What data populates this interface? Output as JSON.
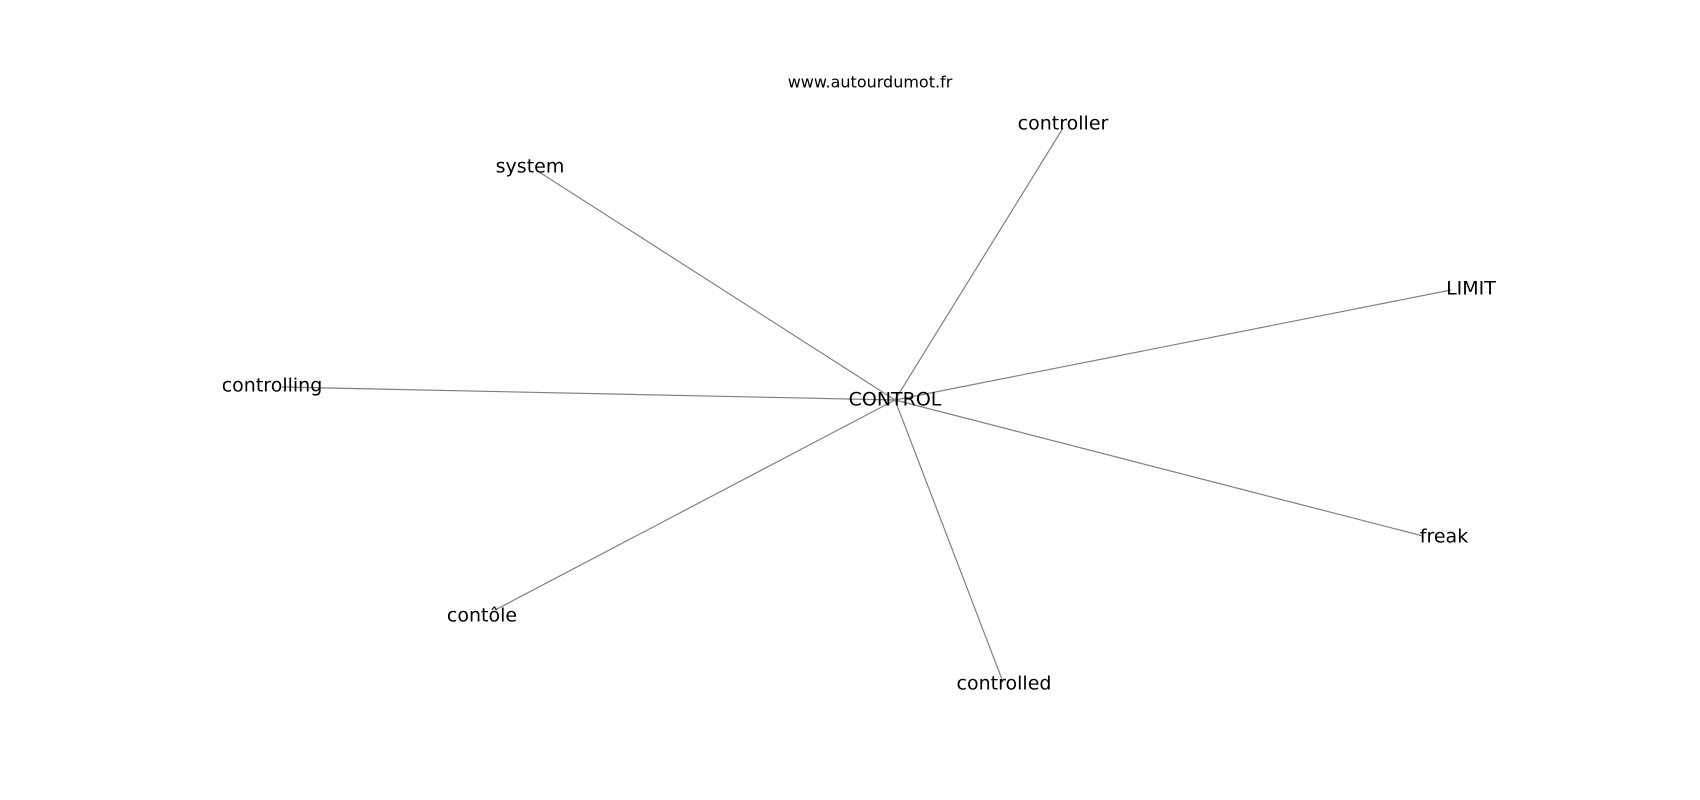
{
  "header": {
    "site_url": "www.autourdumot.fr"
  },
  "graph": {
    "center": {
      "label": "CONTROL"
    },
    "nodes": [
      {
        "id": "controller",
        "label": "controller"
      },
      {
        "id": "system",
        "label": "system"
      },
      {
        "id": "limit",
        "label": "LIMIT"
      },
      {
        "id": "controlling",
        "label": "controlling"
      },
      {
        "id": "freak",
        "label": "freak"
      },
      {
        "id": "contole",
        "label": "contôle"
      },
      {
        "id": "controlled",
        "label": "controlled"
      }
    ],
    "edges": [
      {
        "from": "CONTROL",
        "to": "controller"
      },
      {
        "from": "CONTROL",
        "to": "system"
      },
      {
        "from": "CONTROL",
        "to": "LIMIT"
      },
      {
        "from": "CONTROL",
        "to": "controlling"
      },
      {
        "from": "CONTROL",
        "to": "freak"
      },
      {
        "from": "CONTROL",
        "to": "contôle"
      },
      {
        "from": "CONTROL",
        "to": "controlled"
      }
    ],
    "edge_color": "#808080"
  }
}
